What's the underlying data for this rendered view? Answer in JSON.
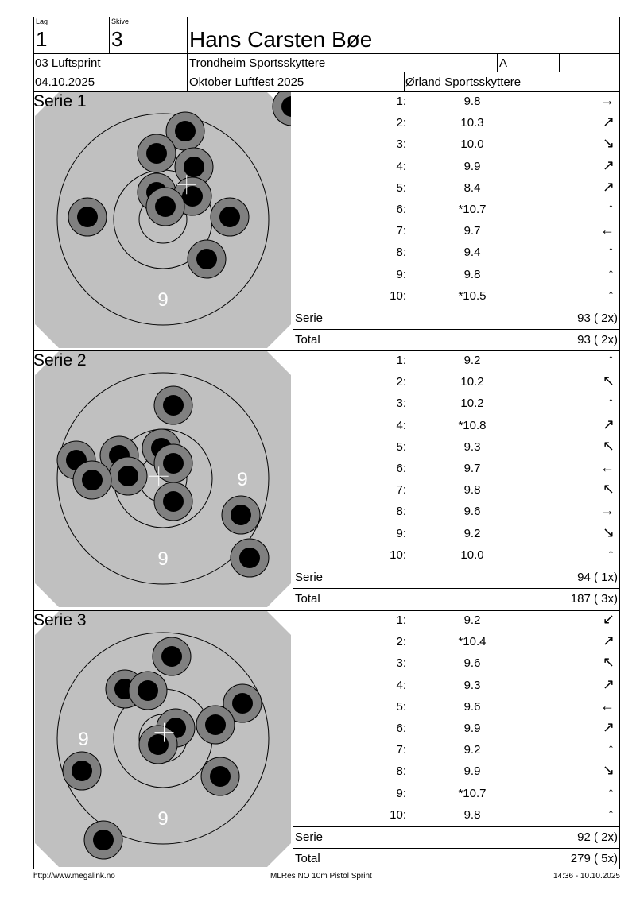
{
  "header": {
    "lag_label": "Lag",
    "lag": "1",
    "skive_label": "Skive",
    "skive": "3",
    "shooter_name": "Hans Carsten Bøe",
    "class": "03 Luftsprint",
    "club": "Trondheim Sportsskyttere",
    "group": "A",
    "date": "04.10.2025",
    "event": "Oktober Luftfest 2025",
    "host": "Ørland Sportsskyttere"
  },
  "series": [
    {
      "title": "Serie 1",
      "shots": [
        {
          "n": "1:",
          "v": "9.8",
          "dir": "→"
        },
        {
          "n": "2:",
          "v": "10.3",
          "dir": "↗"
        },
        {
          "n": "3:",
          "v": "10.0",
          "dir": "↘"
        },
        {
          "n": "4:",
          "v": "9.9",
          "dir": "↗"
        },
        {
          "n": "5:",
          "v": "8.4",
          "dir": "↗"
        },
        {
          "n": "6:",
          "v": "*10.7",
          "dir": "↑"
        },
        {
          "n": "7:",
          "v": "9.7",
          "dir": "←"
        },
        {
          "n": "8:",
          "v": "9.4",
          "dir": "↑"
        },
        {
          "n": "9:",
          "v": "9.8",
          "dir": "↑"
        },
        {
          "n": "10:",
          "v": "*10.5",
          "dir": "↑"
        }
      ],
      "serie_label": "Serie",
      "serie_value": "93 ( 2x)",
      "total_label": "Total",
      "total_value": "93 ( 2x)",
      "ring_label": "9"
    },
    {
      "title": "Serie 2",
      "shots": [
        {
          "n": "1:",
          "v": "9.2",
          "dir": "↑"
        },
        {
          "n": "2:",
          "v": "10.2",
          "dir": "↖"
        },
        {
          "n": "3:",
          "v": "10.2",
          "dir": "↑"
        },
        {
          "n": "4:",
          "v": "*10.8",
          "dir": "↗"
        },
        {
          "n": "5:",
          "v": "9.3",
          "dir": "↖"
        },
        {
          "n": "6:",
          "v": "9.7",
          "dir": "←"
        },
        {
          "n": "7:",
          "v": "9.8",
          "dir": "↖"
        },
        {
          "n": "8:",
          "v": "9.6",
          "dir": "→"
        },
        {
          "n": "9:",
          "v": "9.2",
          "dir": "↘"
        },
        {
          "n": "10:",
          "v": "10.0",
          "dir": "↑"
        }
      ],
      "serie_label": "Serie",
      "serie_value": "94 ( 1x)",
      "total_label": "Total",
      "total_value": "187 ( 3x)",
      "ring_label": "9"
    },
    {
      "title": "Serie 3",
      "shots": [
        {
          "n": "1:",
          "v": "9.2",
          "dir": "↙"
        },
        {
          "n": "2:",
          "v": "*10.4",
          "dir": "↗"
        },
        {
          "n": "3:",
          "v": "9.6",
          "dir": "↖"
        },
        {
          "n": "4:",
          "v": "9.3",
          "dir": "↗"
        },
        {
          "n": "5:",
          "v": "9.6",
          "dir": "←"
        },
        {
          "n": "6:",
          "v": "9.9",
          "dir": "↗"
        },
        {
          "n": "7:",
          "v": "9.2",
          "dir": "↑"
        },
        {
          "n": "8:",
          "v": "9.9",
          "dir": "↘"
        },
        {
          "n": "9:",
          "v": "*10.7",
          "dir": "↑"
        },
        {
          "n": "10:",
          "v": "9.8",
          "dir": "↑"
        }
      ],
      "serie_label": "Serie",
      "serie_value": "92 ( 2x)",
      "total_label": "Total",
      "total_value": "279 ( 5x)",
      "ring_label": "9"
    }
  ],
  "footer": {
    "url": "http://www.megalink.no",
    "software": "MLRes NO  10m Pistol Sprint",
    "timestamp": "14:36 - 10.10.2025"
  }
}
